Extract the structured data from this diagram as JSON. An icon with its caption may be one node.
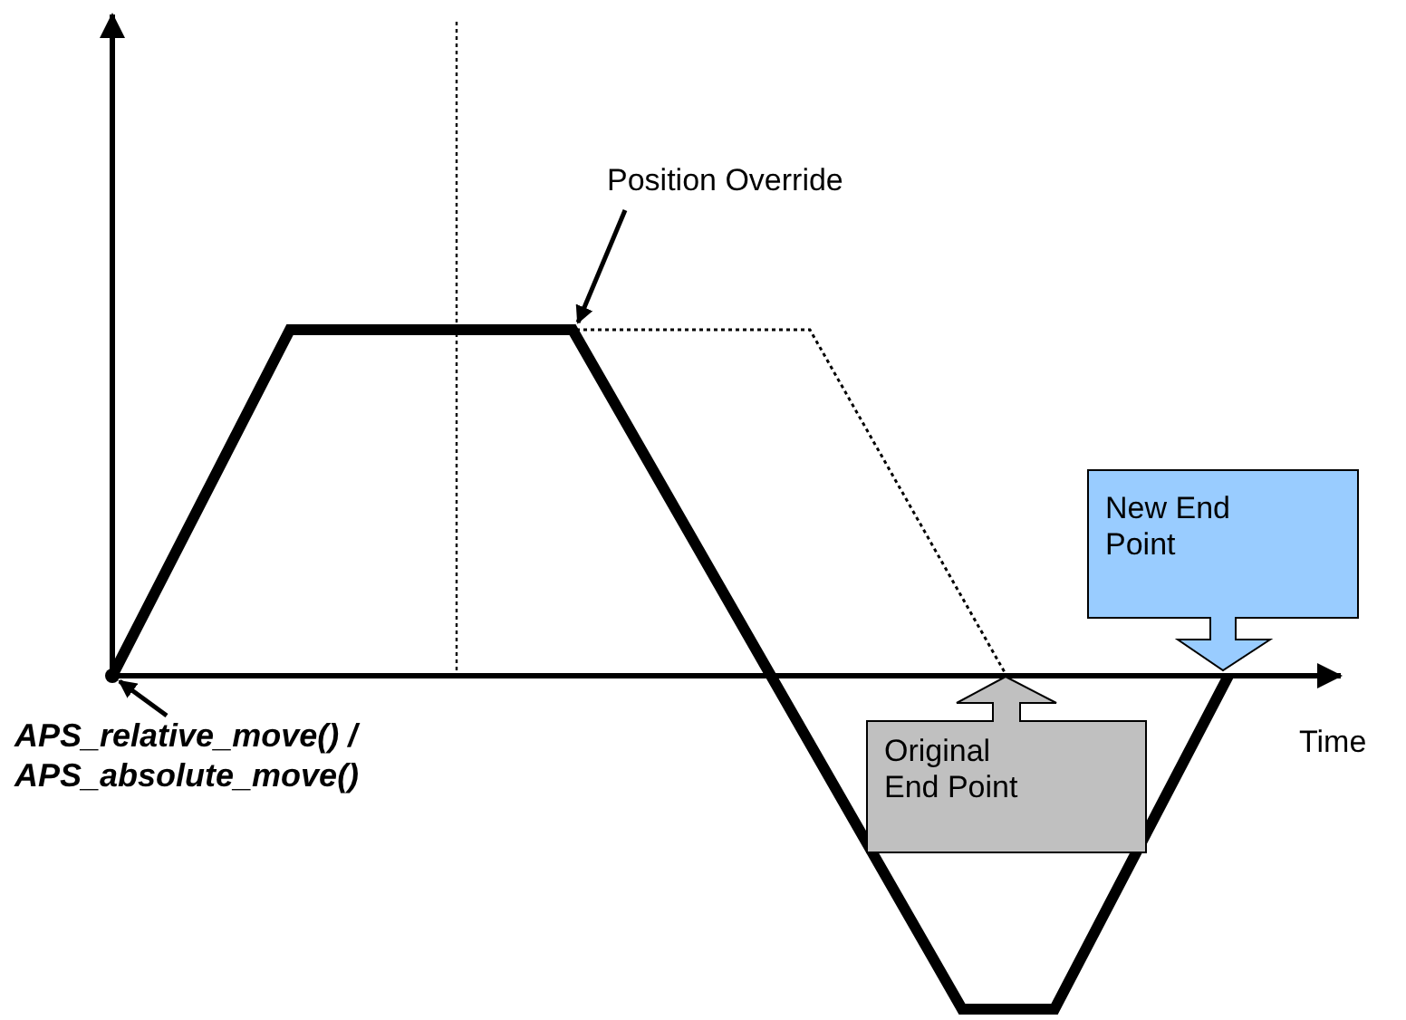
{
  "diagram": {
    "nodes": [
      {
        "text": [
          "Position Override"
        ]
      },
      {
        "text": [
          "New End Point"
        ]
      },
      {
        "text": [
          "Original End Point"
        ]
      },
      {
        "text": [
          "APS_relative_move() / APS_absolute_move()"
        ]
      },
      {
        "text": [],
        "shape": "circle"
      }
    ],
    "edges": [
      {
        "from": 0,
        "to": null,
        "arrow": "to"
      },
      {
        "from": 3,
        "to": 4,
        "arrow": "to"
      }
    ],
    "labels": [
      "Time"
    ]
  }
}
